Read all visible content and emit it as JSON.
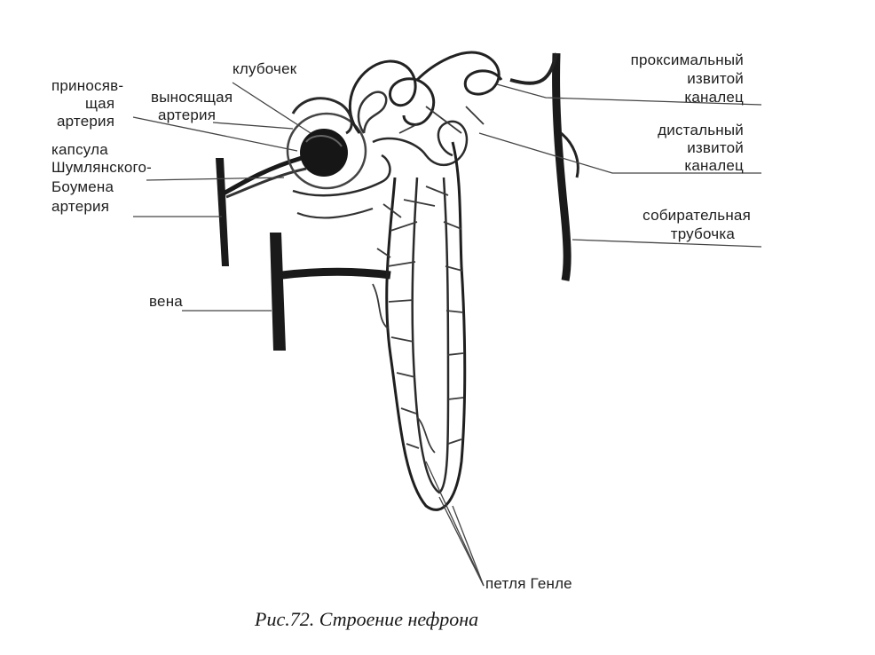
{
  "labels": {
    "afferent_line1": "приносяв-",
    "afferent_line2": "щая",
    "afferent_line3": "артерия",
    "glomerulus": "клубочек",
    "efferent_line1": "выносящая",
    "efferent_line2": "артерия",
    "capsule_line1": "капсула",
    "capsule_line2": "Шумлянского-",
    "capsule_line3": "Боумена",
    "artery": "артерия",
    "vein": "вена",
    "proximal_line1": "проксимальный",
    "proximal_line2": "извитой",
    "proximal_line3": "каналец",
    "distal_line1": "дистальный",
    "distal_line2": "извитой",
    "distal_line3": "каналец",
    "collecting_line1": "собирательная",
    "collecting_line2": "трубочка",
    "henle_loop": "петля Генле"
  },
  "caption": "Рис.72. Строение нефрона"
}
